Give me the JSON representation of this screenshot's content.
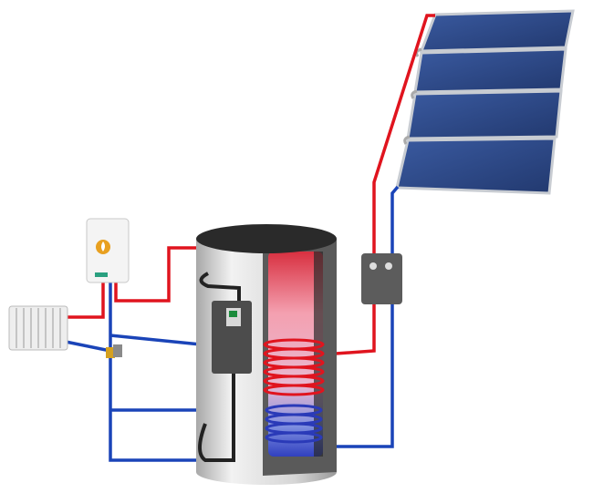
{
  "colors": {
    "hot_pipe": "#e0141e",
    "cold_pipe": "#1a44b8",
    "solar_panel": "#2c4a8c",
    "panel_frame": "#c8ccd2",
    "tank_shell": "#d9d9d9",
    "insulation": "#5a5a5a",
    "hot_water": "#f07f8f",
    "boiler_flame": "#e8a020"
  },
  "components": [
    "solar-collectors",
    "solar-pump-station",
    "storage-tank",
    "heat-exchanger-coil",
    "tank-controller",
    "gas-boiler",
    "radiator",
    "mixing-valve"
  ]
}
